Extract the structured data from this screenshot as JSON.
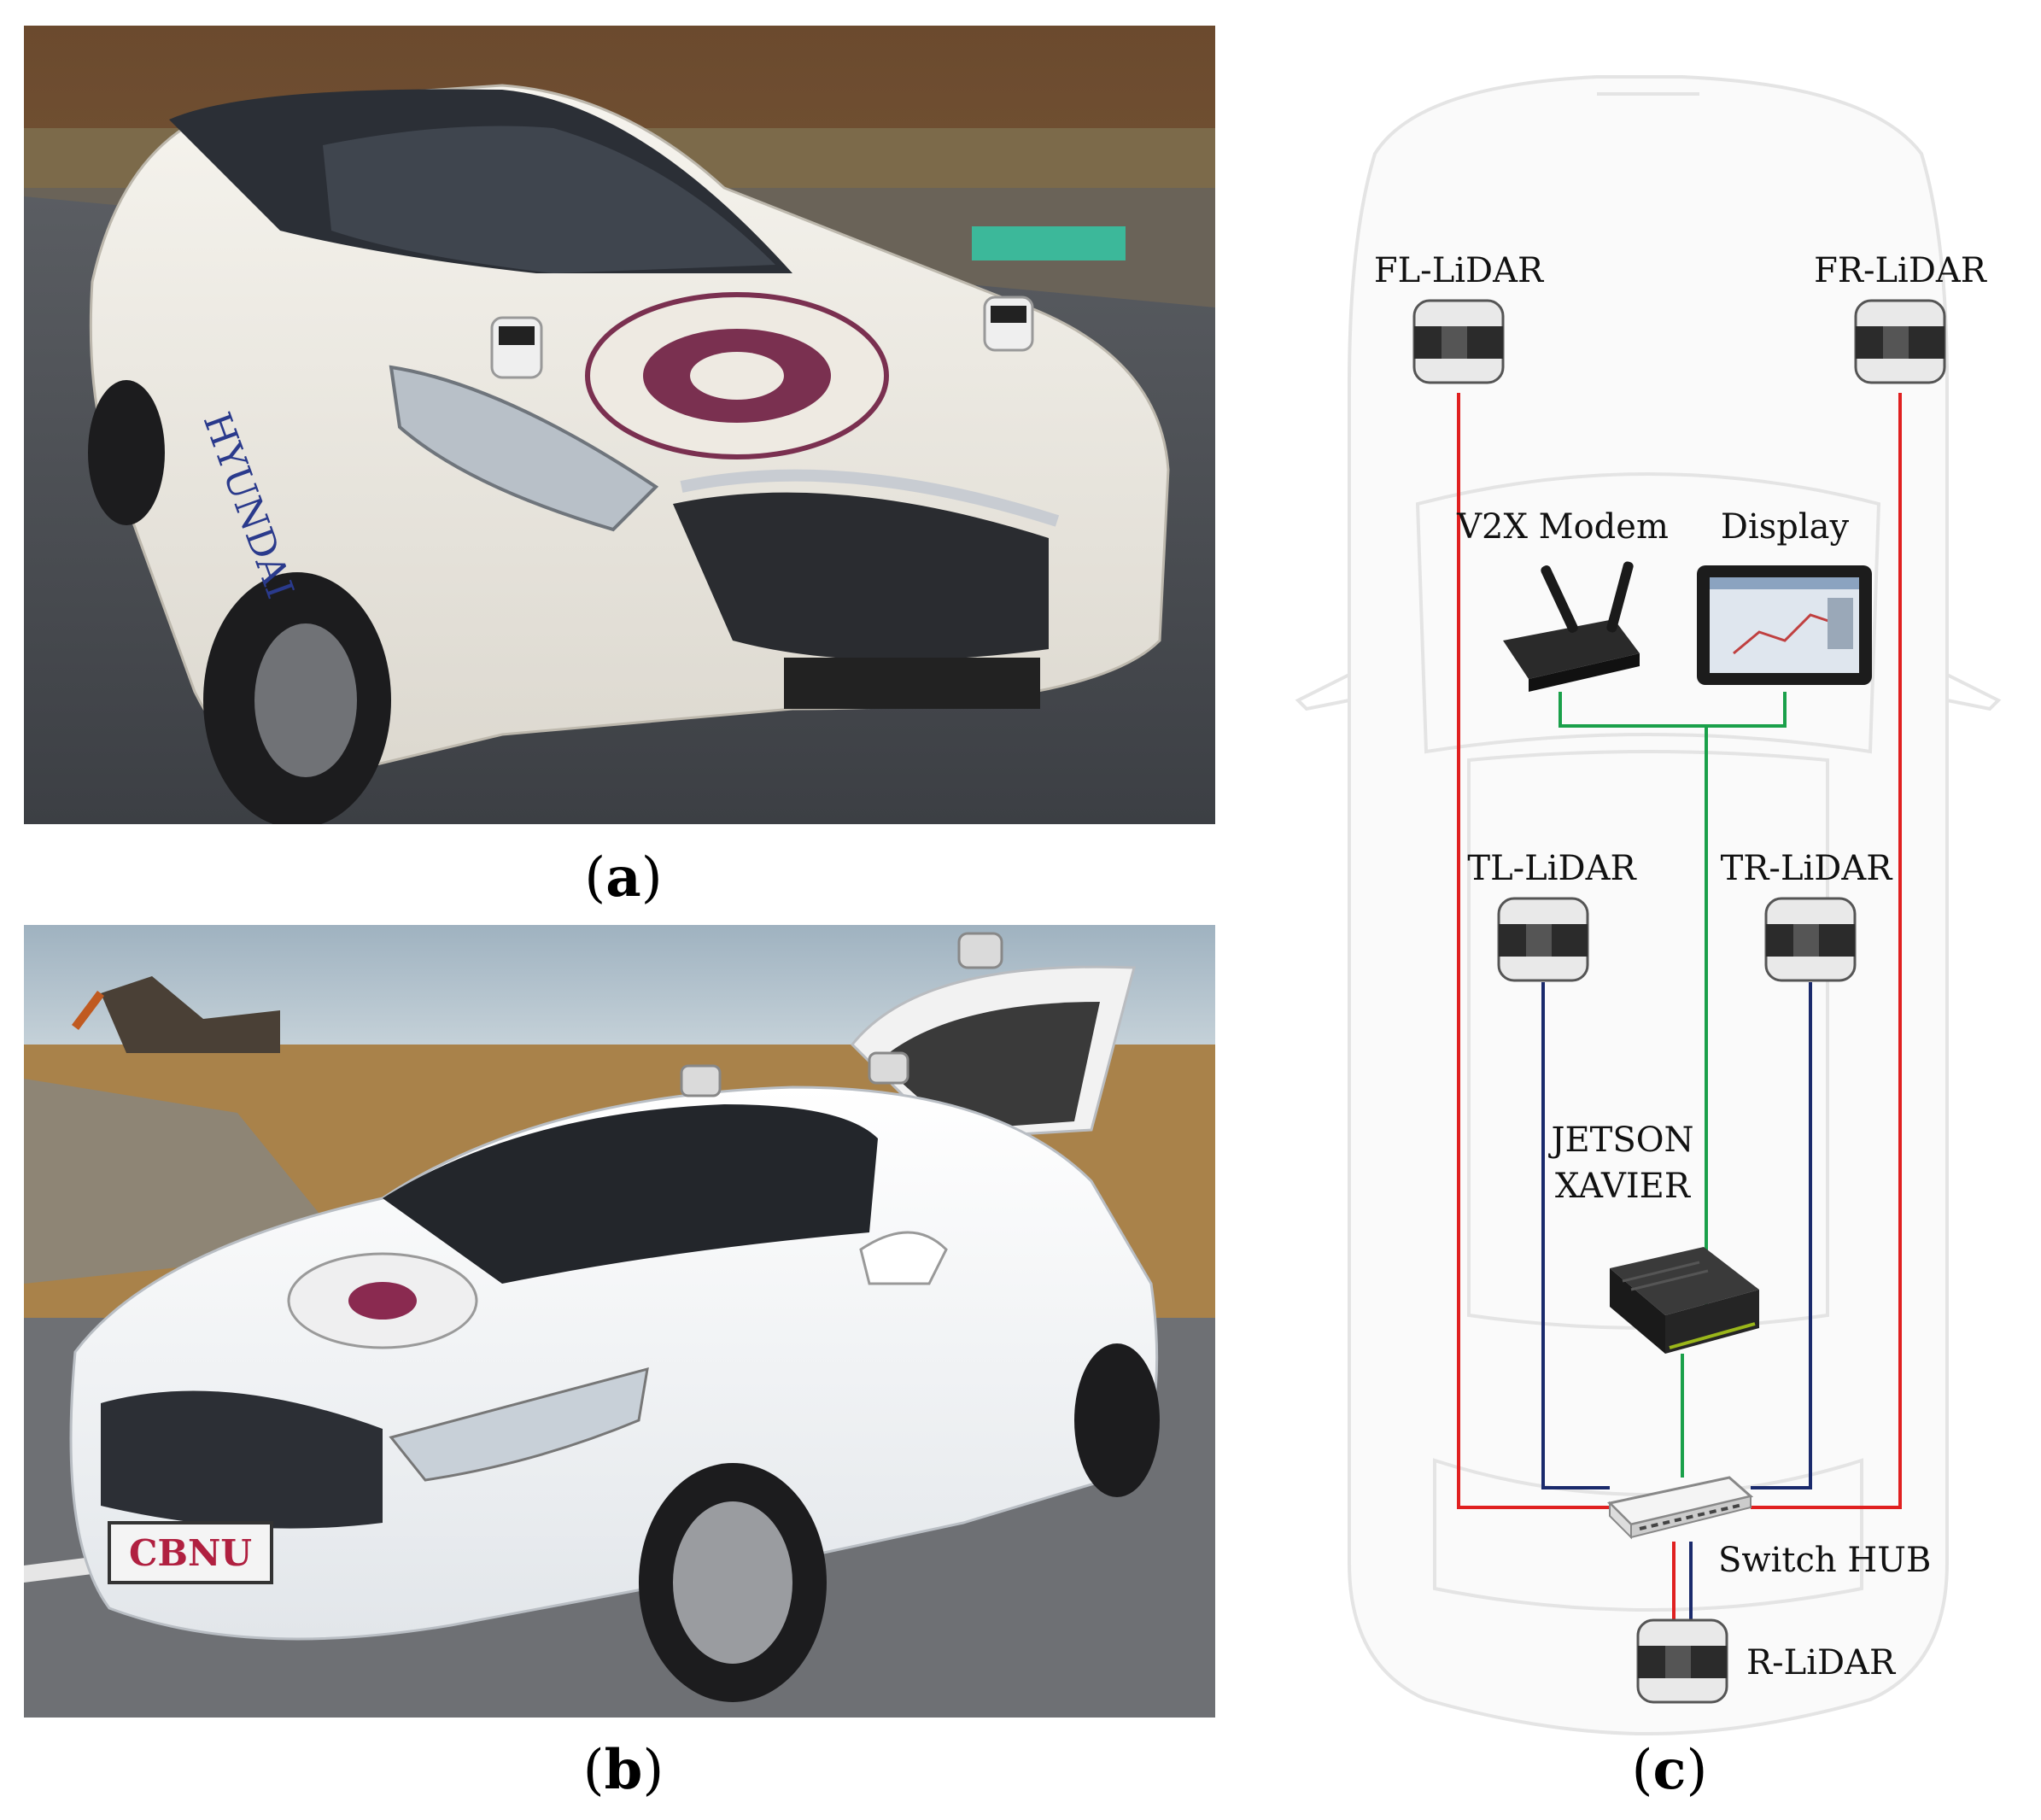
{
  "panels": {
    "a": {
      "caption_open": "(",
      "caption_letter": "a",
      "caption_close": ")",
      "hood_text": "HYUNDAI"
    },
    "b": {
      "caption_open": "(",
      "caption_letter": "b",
      "caption_close": ")",
      "plate_text": "CBNU"
    },
    "c": {
      "caption_open": "(",
      "caption_letter": "c",
      "caption_close": ")"
    }
  },
  "diagram": {
    "labels": {
      "fl_lidar": "FL-LiDAR",
      "fr_lidar": "FR-LiDAR",
      "v2x_modem": "V2X Modem",
      "display": "Display",
      "tl_lidar": "TL-LiDAR",
      "tr_lidar": "TR-LiDAR",
      "jetson_line1": "JETSON",
      "jetson_line2": "XAVIER",
      "switch_hub": "Switch HUB",
      "r_lidar": "R-LiDAR"
    },
    "colors": {
      "front_lidar_cable": "#e02020",
      "top_lidar_cable": "#1a2a6c",
      "v2x_cable": "#1aa04a"
    }
  }
}
